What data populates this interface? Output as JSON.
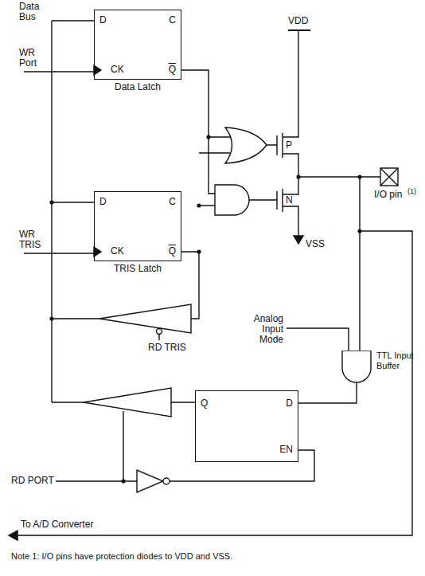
{
  "diagram": {
    "nodes": [
      {
        "text": [
          "D",
          "C",
          "CK",
          "Q",
          "Data Latch"
        ]
      },
      {
        "text": [
          "D",
          "C",
          "CK",
          "Q",
          "TRIS Latch"
        ]
      },
      {
        "text": [
          "TTL Input Buffer"
        ]
      },
      {
        "text": [
          "Q",
          "D",
          "EN"
        ]
      }
    ],
    "edges": [
      {
        "from": 2,
        "to": 3,
        "arrow": "none"
      }
    ],
    "labels": [
      "Data Bus",
      "WR Port",
      "WR TRIS",
      "VDD",
      "P",
      "N",
      "VSS",
      "I/O pin",
      "(1)",
      "Analog Input Mode",
      "RD TRIS",
      "RD PORT",
      "To A/D Converter",
      "Note 1: I/O pins have protection diodes to VDD and VSS."
    ]
  }
}
